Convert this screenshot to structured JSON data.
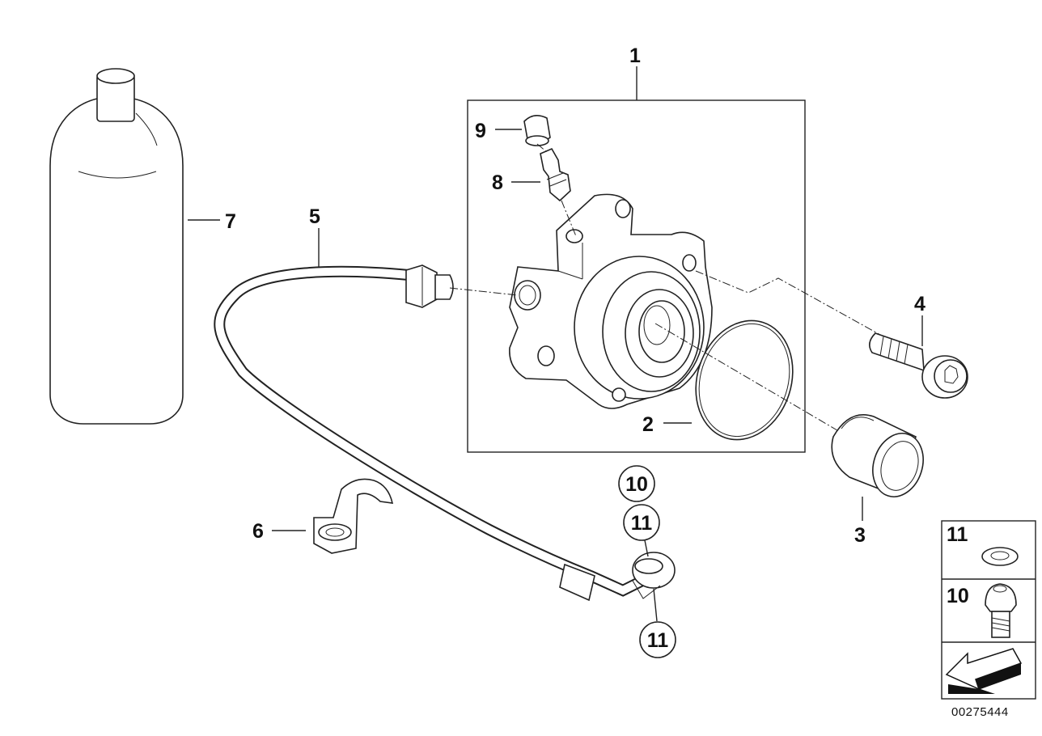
{
  "labels": {
    "p1": "1",
    "p2": "2",
    "p3": "3",
    "p4": "4",
    "p5": "5",
    "p6": "6",
    "p7": "7",
    "p8": "8",
    "p9": "9",
    "p10": "10",
    "p11a": "11",
    "p11b": "11"
  },
  "legend": {
    "item11": "11",
    "item10": "10"
  },
  "diagram_number": "00275444",
  "colors": {
    "line": "#222222",
    "background": "#ffffff"
  }
}
